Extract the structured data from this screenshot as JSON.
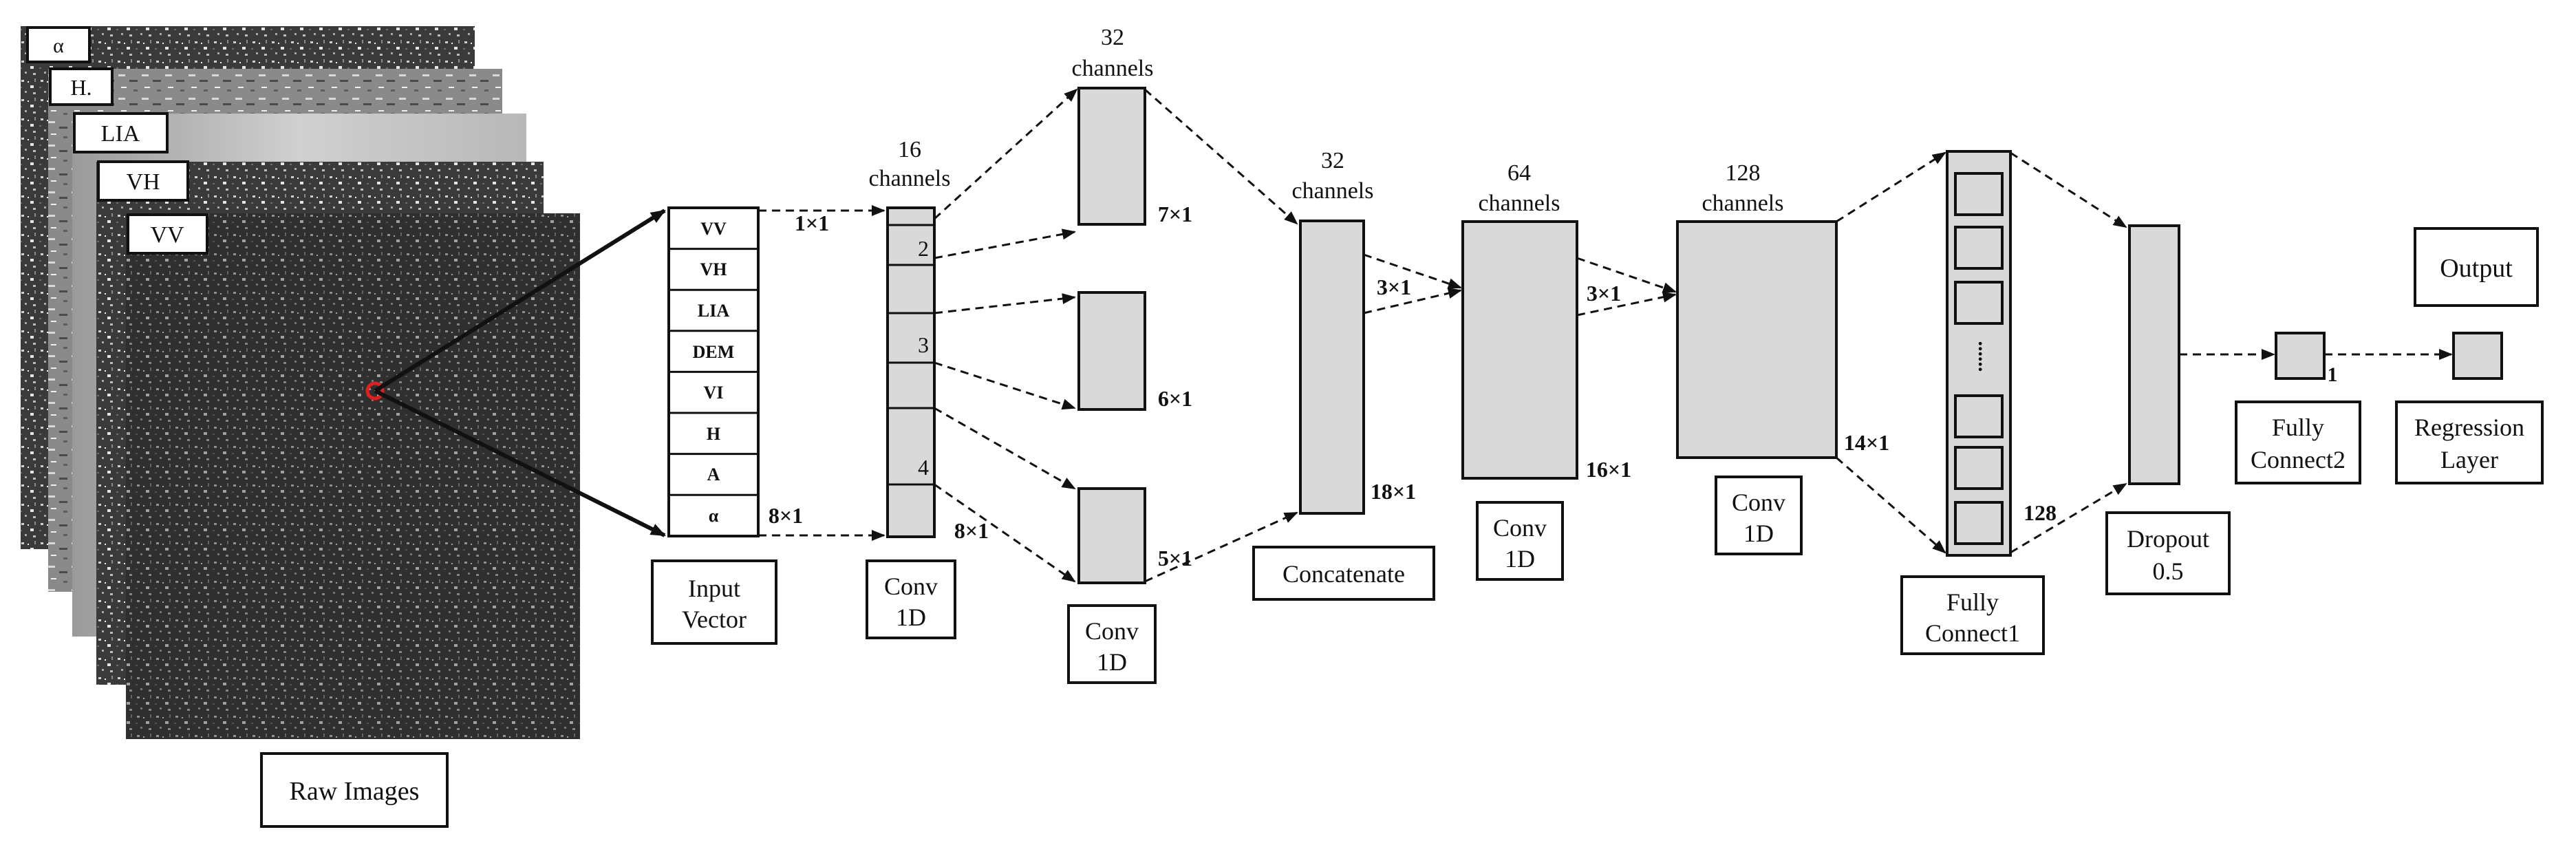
{
  "layer_labels": [
    "α",
    "H.",
    "LIA",
    "VH",
    "VV"
  ],
  "raw_images": {
    "label": "Raw Images"
  },
  "input_vector": {
    "rows": [
      "VV",
      "VH",
      "LIA",
      "DEM",
      "VI",
      "H",
      "A",
      "α"
    ],
    "size_top": "1×1",
    "size_bottom": "8×1",
    "caption_line1": "Input",
    "caption_line2": "Vector"
  },
  "conv1": {
    "title_line1": "16",
    "title_line2": "channels",
    "marks": [
      "2",
      "3",
      "4"
    ],
    "size": "8×1",
    "caption_line1": "Conv",
    "caption_line2": "1D"
  },
  "conv2": {
    "title_line1": "32",
    "title_line2": "channels",
    "sizes": [
      "7×1",
      "6×1",
      "5×1"
    ],
    "caption_line1": "Conv",
    "caption_line2": "1D"
  },
  "concat": {
    "title_line1": "32",
    "title_line2": "channels",
    "in_size": "3×1",
    "size": "18×1",
    "caption": "Concatenate"
  },
  "conv3": {
    "title_line1": "64",
    "title_line2": "channels",
    "in_size": "3×1",
    "size": "16×1",
    "caption_line1": "Conv",
    "caption_line2": "1D"
  },
  "conv4": {
    "title_line1": "128",
    "title_line2": "channels",
    "size": "14×1",
    "caption_line1": "Conv",
    "caption_line2": "1D"
  },
  "fc1": {
    "dots": "......",
    "size": "128",
    "caption_line1": "Fully",
    "caption_line2": "Connect1"
  },
  "dropout": {
    "caption_line1": "Dropout",
    "caption_line2": "0.5"
  },
  "fc2": {
    "size": "1",
    "caption_line1": "Fully",
    "caption_line2": "Connect2"
  },
  "regression": {
    "caption_line1": "Regression",
    "caption_line2": "Layer"
  },
  "output": {
    "label": "Output"
  }
}
